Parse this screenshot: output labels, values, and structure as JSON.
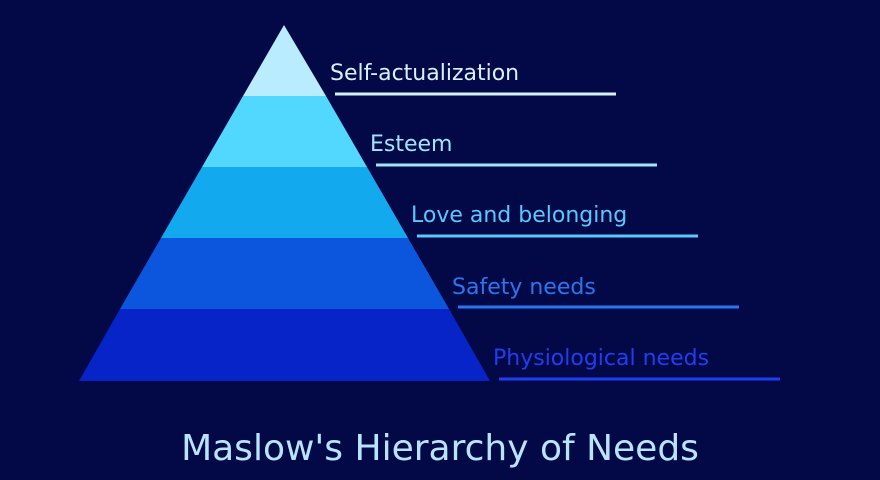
{
  "title": "Maslow's Hierarchy of Needs",
  "tiers": [
    {
      "label": "Self-actualization",
      "color": "#b9ecff",
      "text_color": "#d6f2ff"
    },
    {
      "label": "Esteem",
      "color": "#52d7ff",
      "text_color": "#9ee6ff"
    },
    {
      "label": "Love and belonging",
      "color": "#13a9ef",
      "text_color": "#58c8ff"
    },
    {
      "label": "Safety needs",
      "color": "#0b56dc",
      "text_color": "#2876f2"
    },
    {
      "label": "Physiological needs",
      "color": "#0724c8",
      "text_color": "#1e3ef0"
    }
  ]
}
